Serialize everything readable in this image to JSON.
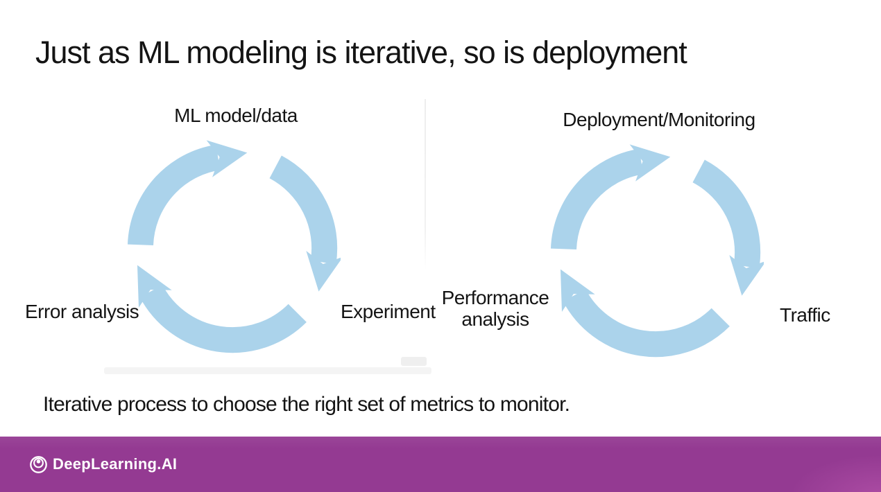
{
  "slide": {
    "title": "Just as ML modeling is iterative, so is deployment",
    "caption": "Iterative process to choose the right set of metrics to monitor.",
    "cycles": [
      {
        "id": "ml-cycle",
        "top_label": "ML model/data",
        "right_label": "Experiment",
        "left_label": "Error analysis"
      },
      {
        "id": "deployment-cycle",
        "top_label": "Deployment/Monitoring",
        "right_label": "Traffic",
        "left_label": "Performance analysis"
      }
    ],
    "colors": {
      "arrow_blue": "#abd3eb",
      "footer_purple": "#943a92",
      "text_dark": "#141414",
      "brand_white": "#ffffff"
    },
    "footer": {
      "brand": "DeepLearning.AI",
      "logo_icon": "deeplearning-ai-logo"
    }
  }
}
